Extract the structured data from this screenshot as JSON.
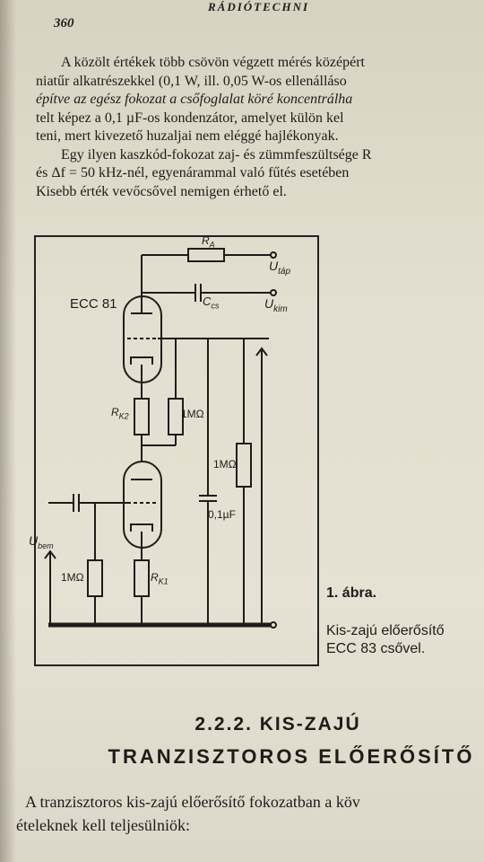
{
  "header": {
    "page_number": "360",
    "running_head": "RÁDIÓTECHNI"
  },
  "paragraph1": [
    "A közölt értékek több csövön végzett mérés középért",
    "niatűr alkatrészekkel (0,1 W, ill. 0,05 W-os ellenálláso",
    "építve az egész fokozat a csőfoglalat köré koncentrálha",
    "telt képez a 0,1 µF-os kondenzátor, amelyet külön kel",
    "teni, mert kivezető huzaljai nem eléggé hajlékonyak."
  ],
  "paragraph2": [
    "Egy ilyen kaszkód-fokozat zaj- és zümmfeszültsége R",
    "és Δf = 50 kHz-nél, egyenárammal való fűtés esetében",
    "Kisebb érték vevőcsővel nemigen érhető el."
  ],
  "figure": {
    "tube_label": "ECC 81",
    "labels": {
      "ra": "R",
      "ra_sub": "A",
      "utap": "U",
      "utap_sub": "táp",
      "ccs": "C",
      "ccs_sub": "cs",
      "ukim": "U",
      "ukim_sub": "kim",
      "rk2": "R",
      "rk2_sub": "K2",
      "r1m_top": "1MΩ",
      "r1m_right": "1MΩ",
      "cap": "0,1µF",
      "ubem": "U",
      "ubem_sub": "bem",
      "r1m_input": "1MΩ",
      "rk1": "R",
      "rk1_sub": "K1"
    },
    "caption_number": "1. ábra.",
    "caption_lines": [
      "Kis-zajú előerősítő",
      "ECC 83 csővel."
    ]
  },
  "section": {
    "number": "2.2.2. KIS-ZAJÚ",
    "name": "TRANZISZTOROS ELŐERŐSÍTŐ"
  },
  "paragraph3": [
    "A tranzisztoros kis-zajú előerősítő fokozatban a köv",
    "ételeknek kell teljesülniök:"
  ]
}
